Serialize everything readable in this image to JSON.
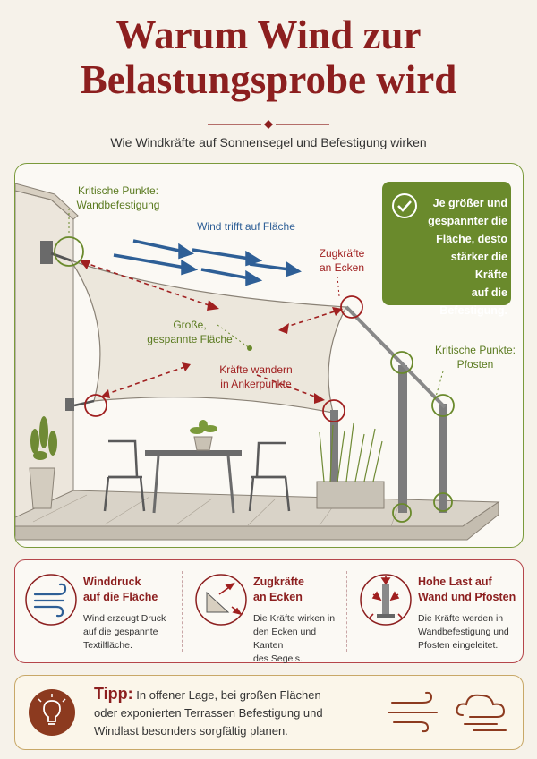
{
  "title": {
    "line1": "Warum Wind zur",
    "line2": "Belastungsprobe wird"
  },
  "subtitle": "Wie Windkräfte auf Sonnensegel und Befestigung wirken",
  "scene": {
    "label_wall": {
      "line1": "Kritische Punkte:",
      "line2": "Wandbefestigung"
    },
    "label_wind": "Wind trifft auf Fläche",
    "label_corners": {
      "line1": "Zugkräfte",
      "line2": "an Ecken"
    },
    "label_surface": {
      "line1": "Große,",
      "line2": "gespannte Fläche"
    },
    "label_anchor": {
      "line1": "Kräfte wandern",
      "line2": "in Ankerpunkte"
    },
    "label_posts": {
      "line1": "Kritische Punkte:",
      "line2": "Pfosten"
    },
    "infobox": {
      "line1": "Je größer und",
      "line2": "gespannter die",
      "line3": "Fläche, desto",
      "line4": "stärker die Kräfte",
      "line5": "auf die Befestigung."
    }
  },
  "cards": [
    {
      "title1": "Winddruck",
      "title2": "auf die Fläche",
      "text1": "Wind erzeugt Druck",
      "text2": "auf die gespannte",
      "text3": "Textilfläche.",
      "icon": "wind-icon"
    },
    {
      "title1": "Zugkräfte",
      "title2": "an Ecken",
      "text1": "Die Kräfte wirken in",
      "text2": "den Ecken und Kanten",
      "text3": "des Segels.",
      "icon": "corner-tension-icon"
    },
    {
      "title1": "Hohe Last auf",
      "title2": "Wand und Pfosten",
      "text1": "Die Kräfte werden in",
      "text2": "Wandbefestigung und",
      "text3": "Pfosten eingeleitet.",
      "icon": "post-load-icon"
    }
  ],
  "tip": {
    "label": "Tipp:",
    "text1": "In offener Lage, bei großen Flächen",
    "text2": "oder exponierten Terrassen Befestigung und",
    "text3": "Windlast besonders sorgfältig planen."
  },
  "colors": {
    "accent_red": "#8c1f1f",
    "accent_green": "#6a8a2c",
    "wind_blue": "#2e5f96"
  }
}
